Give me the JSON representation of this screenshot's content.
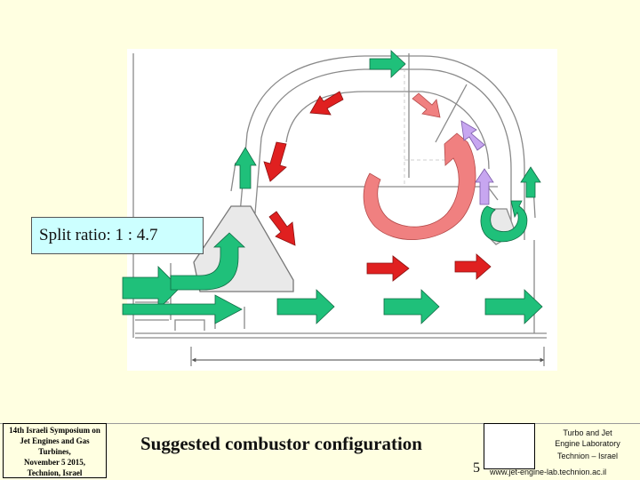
{
  "split_ratio_label": "Split ratio: 1 : 4.7",
  "symposium": {
    "line1": "14th Israeli Symposium on",
    "line2": "Jet Engines and Gas",
    "line3": "Turbines,",
    "line4": "November 5 2015,",
    "line5": "Technion, Israel"
  },
  "caption": "Suggested combustor configuration",
  "page_number": "5",
  "lab": {
    "line1": "Turbo and Jet",
    "line2": "Engine Laboratory",
    "line3": "Technion – Israel",
    "url": "www.jet-engine-lab.technion.ac.il"
  },
  "colors": {
    "background": "#FFFFE1",
    "split_box": "#CCFFFF",
    "green_arrow": "#1FC07A",
    "red_arrow": "#E02020",
    "pink_arrow": "#F08080",
    "lavender_arrow": "#C7A6F0",
    "logo_blue": "#1E3C96"
  },
  "icons": [
    "flow-arrow-icon",
    "recirculation-arrow-icon",
    "technion-logo-icon"
  ]
}
